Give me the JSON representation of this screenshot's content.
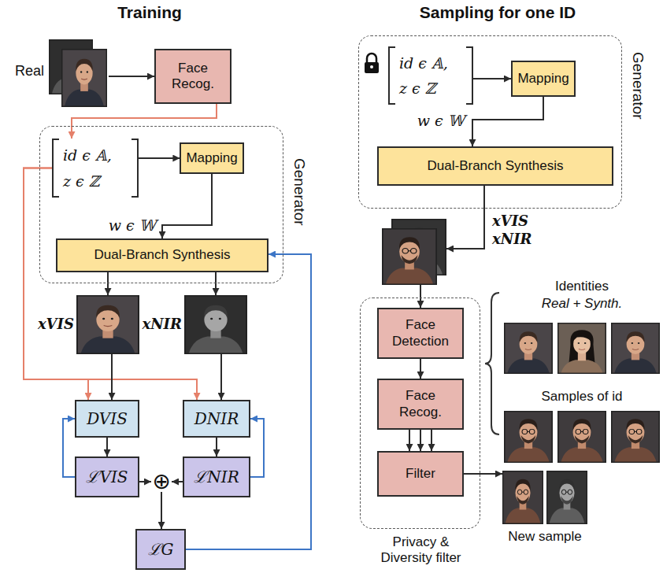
{
  "diagram": {
    "nodes": [
      {
        "text": [
          "Real"
        ]
      },
      {
        "text": [
          "Face Recog."
        ]
      },
      {
        "text": [
          "Generator"
        ]
      },
      {
        "text": [
          "id ϵ 𝔸, z ϵ ℤ"
        ],
        "in": 2
      },
      {
        "text": [
          "Mapping"
        ],
        "in": 2
      },
      {
        "text": [
          "Dual-Branch Synthesis"
        ],
        "in": 2
      },
      {
        "text": [
          "xVIS"
        ]
      },
      {
        "text": [
          "xNIR"
        ]
      },
      {
        "text": [
          "DVIS"
        ]
      },
      {
        "text": [
          "DNIR"
        ]
      },
      {
        "text": [
          "ℒVIS"
        ]
      },
      {
        "text": [
          "ℒNIR"
        ]
      },
      {
        "text": [
          "⊕"
        ]
      },
      {
        "text": [
          "ℒG"
        ]
      },
      {
        "text": [
          "Generator"
        ]
      },
      {
        "text": [
          "id ϵ 𝔸, z ϵ ℤ"
        ],
        "in": 14
      },
      {
        "text": [
          "Mapping"
        ],
        "in": 14
      },
      {
        "text": [
          "Dual-Branch Synthesis"
        ],
        "in": 14
      },
      {
        "text": [
          "xVIS",
          "xNIR"
        ]
      },
      {
        "text": [
          "Privacy & Diversity filter"
        ]
      },
      {
        "text": [
          "Face Detection"
        ],
        "in": 19
      },
      {
        "text": [
          "Face Recog."
        ],
        "in": 19
      },
      {
        "text": [
          "Filter"
        ],
        "in": 19
      },
      {
        "text": [
          "Identities",
          "Real + Synth."
        ]
      },
      {
        "text": [
          "Samples of id"
        ]
      },
      {
        "text": [
          "New sample"
        ]
      }
    ],
    "edges": [
      {
        "from": 0,
        "to": 1,
        "arrow": "to"
      },
      {
        "from": 1,
        "to": 3,
        "arrow": "to"
      },
      {
        "from": 3,
        "to": 4,
        "arrow": "to"
      },
      {
        "from": 4,
        "to": 5,
        "arrow": "to"
      },
      {
        "from": 5,
        "to": 6,
        "arrow": "to"
      },
      {
        "from": 5,
        "to": 7,
        "arrow": "to"
      },
      {
        "from": 3,
        "to": 8,
        "arrow": "to"
      },
      {
        "from": 3,
        "to": 9,
        "arrow": "to"
      },
      {
        "from": 6,
        "to": 8,
        "arrow": "to"
      },
      {
        "from": 7,
        "to": 9,
        "arrow": "to"
      },
      {
        "from": 8,
        "to": 10,
        "arrow": "to"
      },
      {
        "from": 9,
        "to": 11,
        "arrow": "to"
      },
      {
        "from": 10,
        "to": 8,
        "arrow": "to"
      },
      {
        "from": 11,
        "to": 9,
        "arrow": "to"
      },
      {
        "from": 10,
        "to": 12,
        "arrow": "to"
      },
      {
        "from": 11,
        "to": 12,
        "arrow": "to"
      },
      {
        "from": 12,
        "to": 13,
        "arrow": "to"
      },
      {
        "from": 13,
        "to": 5,
        "arrow": "to"
      },
      {
        "from": 15,
        "to": 16,
        "arrow": "to"
      },
      {
        "from": 16,
        "to": 17,
        "arrow": "to"
      },
      {
        "from": 17,
        "to": 18,
        "arrow": "to"
      },
      {
        "from": 18,
        "to": 20,
        "arrow": "to"
      },
      {
        "from": 20,
        "to": 21,
        "arrow": "to"
      },
      {
        "from": 21,
        "to": 22,
        "arrow": "to"
      },
      {
        "from": 21,
        "to": 22,
        "arrow": "to"
      },
      {
        "from": 21,
        "to": 22,
        "arrow": "to"
      },
      {
        "from": 22,
        "to": 25,
        "arrow": "to"
      }
    ],
    "labels": [
      "Training",
      "Sampling for one ID",
      "w ϵ 𝕎",
      "w ϵ 𝕎"
    ]
  }
}
